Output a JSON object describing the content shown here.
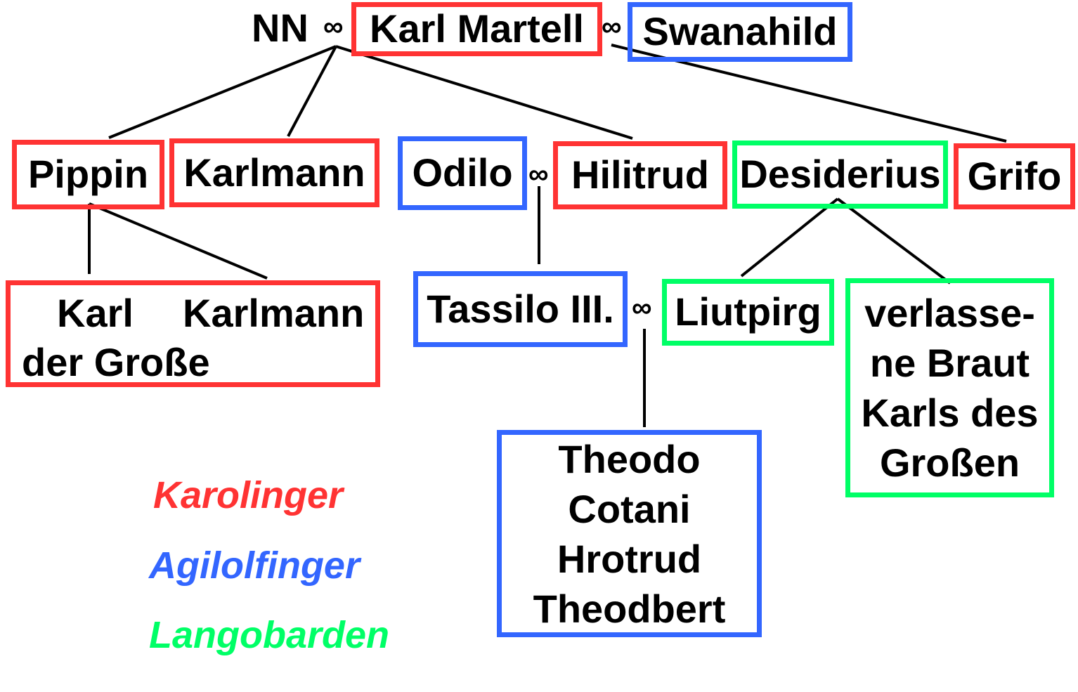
{
  "marriage_symbol": "∞",
  "people": {
    "nn": "NN",
    "karl_martell": "Karl Martell",
    "swanahild": "Swanahild",
    "pippin": "Pippin",
    "karlmann": "Karlmann",
    "odilo": "Odilo",
    "hilitrud": "Hilitrud",
    "desiderius": "Desiderius",
    "grifo": "Grifo",
    "karl": "Karl",
    "karl_line2": "der Große",
    "karlmann2": "Karlmann",
    "tassilo": "Tassilo III.",
    "liutpirg": "Liutpirg",
    "braut": [
      "verlasse-",
      "ne Braut",
      "Karls des",
      "Großen"
    ],
    "children": [
      "Theodo",
      "Cotani",
      "Hrotrud",
      "Theodbert"
    ]
  },
  "legend": [
    {
      "label": "Karolinger",
      "color": "#ff3333"
    },
    {
      "label": "Agilolfinger",
      "color": "#3366ff"
    },
    {
      "label": "Langobarden",
      "color": "#00ff66"
    }
  ]
}
